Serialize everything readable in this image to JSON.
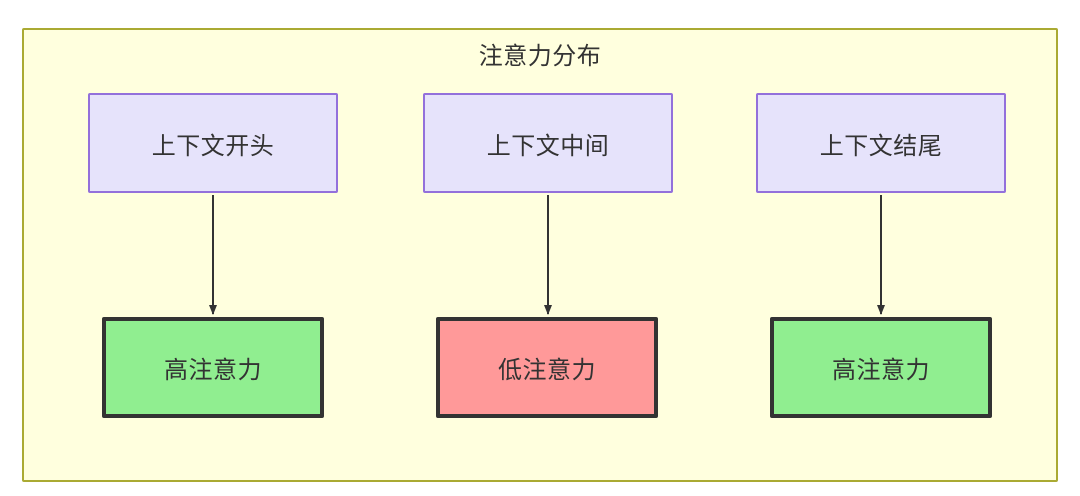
{
  "diagram": {
    "title": "注意力分布",
    "background_color": "#ffffff",
    "container": {
      "fill": "#ffffde",
      "stroke": "#aaaa33"
    },
    "nodes": {
      "context": [
        {
          "id": "ctx-start",
          "label": "上下文开头",
          "fill": "#e6e3fb",
          "stroke": "#9370db"
        },
        {
          "id": "ctx-middle",
          "label": "上下文中间",
          "fill": "#e6e3fb",
          "stroke": "#9370db"
        },
        {
          "id": "ctx-end",
          "label": "上下文结尾",
          "fill": "#e6e3fb",
          "stroke": "#9370db"
        }
      ],
      "attention": [
        {
          "id": "att-start",
          "label": "高注意力",
          "fill": "#90ee90",
          "stroke": "#333333"
        },
        {
          "id": "att-middle",
          "label": "低注意力",
          "fill": "#ff9999",
          "stroke": "#333333"
        },
        {
          "id": "att-end",
          "label": "高注意力",
          "fill": "#90ee90",
          "stroke": "#333333"
        }
      ]
    },
    "edges": [
      {
        "from": "ctx-start",
        "to": "att-start",
        "marker": "arrowhead-icon"
      },
      {
        "from": "ctx-middle",
        "to": "att-middle",
        "marker": "arrowhead-icon"
      },
      {
        "from": "ctx-end",
        "to": "att-end",
        "marker": "arrowhead-icon"
      }
    ]
  }
}
